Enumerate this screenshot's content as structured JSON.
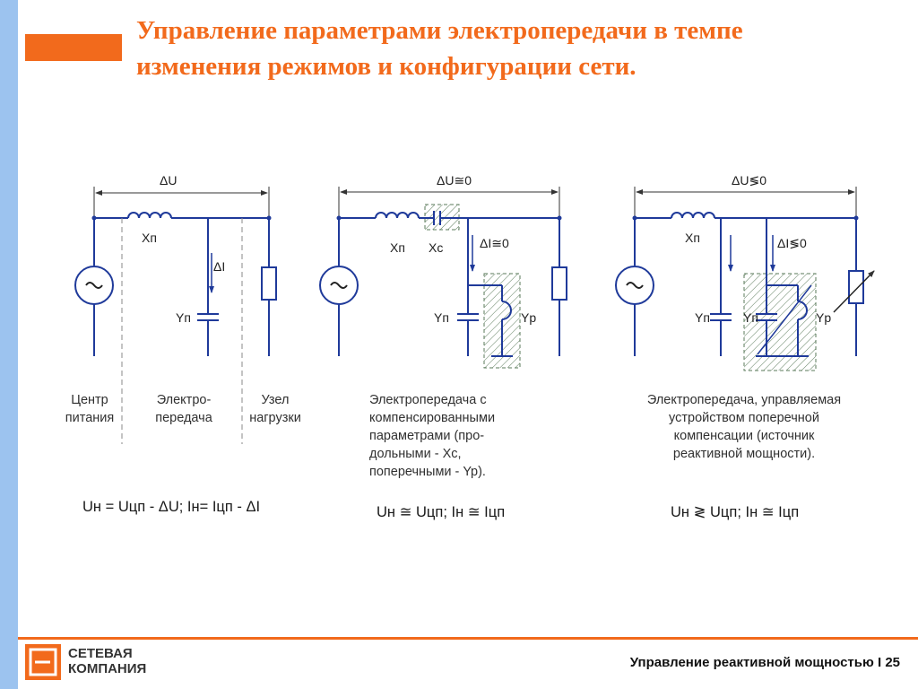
{
  "slide": {
    "title_line1": "Управление параметрами электропередачи в темпе",
    "title_line2": "изменения режимов и конфигурации сети."
  },
  "diagram1": {
    "delta_u": "ΔU",
    "xp": "Xп",
    "delta_i": "ΔI",
    "yp": "Yп",
    "caption_center": [
      "Центр",
      "питания"
    ],
    "caption_line": [
      "Электро-",
      "передача"
    ],
    "caption_node": [
      "Узел",
      "нагрузки"
    ],
    "formula": "Uн = Uцп - ΔU; Iн= Iцп - ΔI"
  },
  "diagram2": {
    "delta_u": "ΔU≅0",
    "xp": "Xп",
    "xc": "Xс",
    "delta_i": "ΔI≅0",
    "yp": "Yп",
    "yr": "Yр",
    "caption": [
      "Электропередача с",
      "компенсированными",
      "параметрами (про-",
      "дольными - Xc,",
      "поперечными - Yp)."
    ],
    "formula": "Uн ≅ Uцп; Iн ≅ Iцп"
  },
  "diagram3": {
    "delta_u": "ΔU≶0",
    "xp": "Xп",
    "delta_i": "ΔI≶0",
    "yp": "Yп",
    "yn": "Yп",
    "yr": "Yр",
    "caption": [
      "Электропередача, управляемая",
      "устройством поперечной",
      "компенсации (источник",
      "реактивной мощности)."
    ],
    "formula": "Uн ≷ Uцп; Iн ≅ Iцп"
  },
  "footer": {
    "logo_line1": "СЕТЕВАЯ",
    "logo_line2": "КОМПАНИЯ",
    "text": "Управление реактивной мощностью  I  25"
  },
  "colors": {
    "accent": "#f26a1c",
    "circuit": "#1f3a9a",
    "side_strip": "#9cc3ef"
  }
}
